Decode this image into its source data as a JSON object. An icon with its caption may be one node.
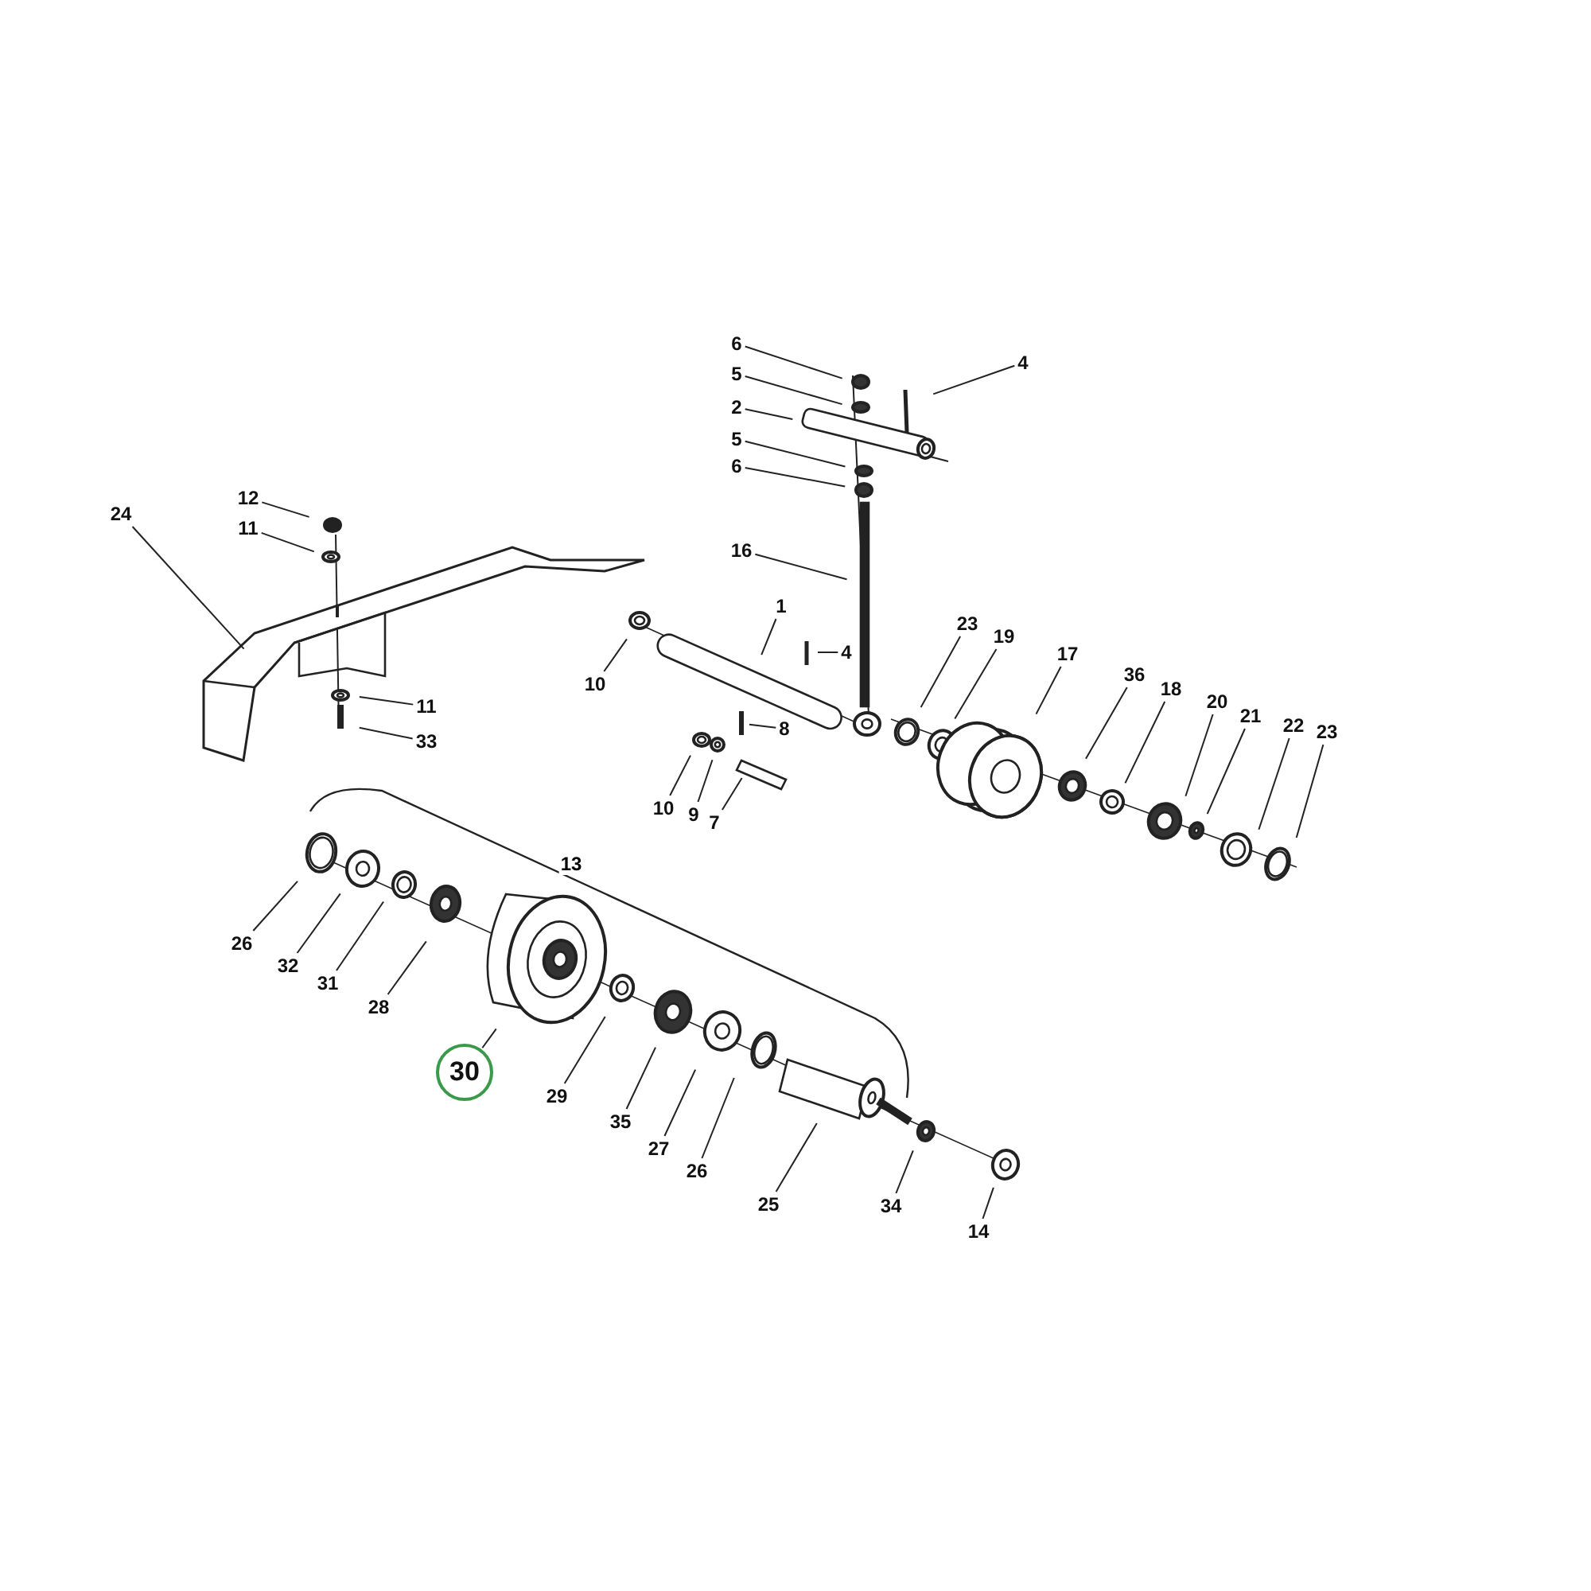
{
  "diagram": {
    "nodes": [
      {
        "text": [
          "6"
        ]
      },
      {
        "text": [
          "5"
        ]
      },
      {
        "text": [
          "2"
        ]
      },
      {
        "text": [
          "5"
        ]
      },
      {
        "text": [
          "6"
        ]
      },
      {
        "text": [
          "4"
        ]
      },
      {
        "text": [
          "16"
        ]
      },
      {
        "text": [
          "1"
        ]
      },
      {
        "text": [
          "4"
        ]
      },
      {
        "text": [
          "8"
        ]
      },
      {
        "text": [
          "10"
        ]
      },
      {
        "text": [
          "10"
        ]
      },
      {
        "text": [
          "9"
        ]
      },
      {
        "text": [
          "7"
        ]
      },
      {
        "text": [
          "23"
        ]
      },
      {
        "text": [
          "19"
        ]
      },
      {
        "text": [
          "17"
        ]
      },
      {
        "text": [
          "36"
        ]
      },
      {
        "text": [
          "18"
        ]
      },
      {
        "text": [
          "20"
        ]
      },
      {
        "text": [
          "21"
        ]
      },
      {
        "text": [
          "22"
        ]
      },
      {
        "text": [
          "23"
        ]
      },
      {
        "text": [
          "12"
        ]
      },
      {
        "text": [
          "11"
        ]
      },
      {
        "text": [
          "24"
        ]
      },
      {
        "text": [
          "11"
        ]
      },
      {
        "text": [
          "33"
        ]
      },
      {
        "text": [
          "26"
        ]
      },
      {
        "text": [
          "32"
        ]
      },
      {
        "text": [
          "31"
        ]
      },
      {
        "text": [
          "28"
        ]
      },
      {
        "text": [
          "30"
        ]
      },
      {
        "text": [
          "29"
        ]
      },
      {
        "text": [
          "35"
        ]
      },
      {
        "text": [
          "27"
        ]
      },
      {
        "text": [
          "26"
        ]
      },
      {
        "text": [
          "25"
        ]
      },
      {
        "text": [
          "34"
        ]
      },
      {
        "text": [
          "14"
        ]
      }
    ],
    "edges": [
      {
        "from": 0,
        "to": null,
        "arrow": "none"
      },
      {
        "from": 1,
        "to": null,
        "arrow": "none"
      },
      {
        "from": 2,
        "to": null,
        "arrow": "none"
      },
      {
        "from": 3,
        "to": null,
        "arrow": "none"
      },
      {
        "from": 4,
        "to": null,
        "arrow": "none"
      },
      {
        "from": 5,
        "to": null,
        "arrow": "none"
      },
      {
        "from": 6,
        "to": null,
        "arrow": "none"
      },
      {
        "from": 7,
        "to": null,
        "arrow": "none"
      },
      {
        "from": 8,
        "to": null,
        "arrow": "none"
      },
      {
        "from": 9,
        "to": null,
        "arrow": "none"
      },
      {
        "from": 10,
        "to": null,
        "arrow": "none"
      },
      {
        "from": 11,
        "to": null,
        "arrow": "none"
      },
      {
        "from": 12,
        "to": null,
        "arrow": "none"
      },
      {
        "from": 13,
        "to": null,
        "arrow": "none"
      },
      {
        "from": 14,
        "to": null,
        "arrow": "none"
      },
      {
        "from": 15,
        "to": null,
        "arrow": "none"
      },
      {
        "from": 16,
        "to": null,
        "arrow": "none"
      },
      {
        "from": 17,
        "to": null,
        "arrow": "none"
      },
      {
        "from": 18,
        "to": null,
        "arrow": "none"
      },
      {
        "from": 19,
        "to": null,
        "arrow": "none"
      },
      {
        "from": 20,
        "to": null,
        "arrow": "none"
      },
      {
        "from": 21,
        "to": null,
        "arrow": "none"
      },
      {
        "from": 22,
        "to": null,
        "arrow": "none"
      },
      {
        "from": 23,
        "to": null,
        "arrow": "none"
      },
      {
        "from": 24,
        "to": null,
        "arrow": "none"
      },
      {
        "from": 25,
        "to": null,
        "arrow": "none"
      },
      {
        "from": 26,
        "to": null,
        "arrow": "none"
      },
      {
        "from": 27,
        "to": null,
        "arrow": "none"
      },
      {
        "from": 28,
        "to": null,
        "arrow": "none"
      },
      {
        "from": 29,
        "to": null,
        "arrow": "none"
      },
      {
        "from": 30,
        "to": null,
        "arrow": "none"
      },
      {
        "from": 31,
        "to": null,
        "arrow": "none"
      },
      {
        "from": 32,
        "to": null,
        "arrow": "none"
      },
      {
        "from": 33,
        "to": null,
        "arrow": "none"
      },
      {
        "from": 34,
        "to": null,
        "arrow": "none"
      },
      {
        "from": 35,
        "to": null,
        "arrow": "none"
      },
      {
        "from": 36,
        "to": null,
        "arrow": "none"
      },
      {
        "from": 37,
        "to": null,
        "arrow": "none"
      },
      {
        "from": 38,
        "to": null,
        "arrow": "none"
      },
      {
        "from": 39,
        "to": null,
        "arrow": "none"
      }
    ],
    "labels": [
      "13"
    ]
  }
}
